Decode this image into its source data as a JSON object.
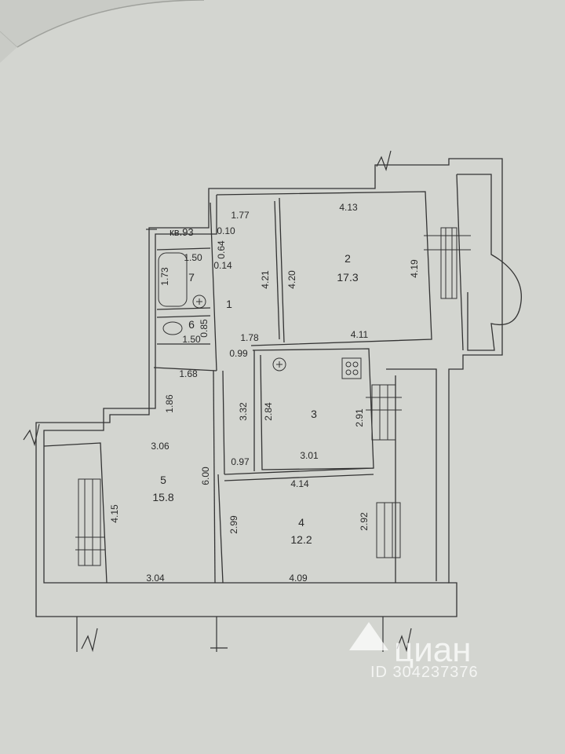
{
  "apartment_label": "кв.93",
  "rooms": [
    {
      "number": "1",
      "area": ""
    },
    {
      "number": "2",
      "area": "17.3"
    },
    {
      "number": "3",
      "area": ""
    },
    {
      "number": "4",
      "area": "12.2"
    },
    {
      "number": "5",
      "area": "15.8"
    },
    {
      "number": "6",
      "area": ""
    },
    {
      "number": "7",
      "area": ""
    }
  ],
  "dimensions": {
    "d_1_77": "1.77",
    "d_0_10": "0.10",
    "d_0_64": "0.64",
    "d_1_50_a": "1.50",
    "d_0_14": "0.14",
    "d_1_73": "1.73",
    "d_0_85": "0.85",
    "d_1_50_b": "1.50",
    "d_4_21": "4.21",
    "d_4_20": "4.20",
    "d_4_13": "4.13",
    "d_4_19": "4.19",
    "d_4_11": "4.11",
    "d_1_78": "1.78",
    "d_0_99": "0.99",
    "d_1_68": "1.68",
    "d_1_86": "1.86",
    "d_3_06": "3.06",
    "d_3_32": "3.32",
    "d_2_84": "2.84",
    "d_2_91": "2.91",
    "d_6_00": "6.00",
    "d_0_97": "0.97",
    "d_3_01": "3.01",
    "d_4_14": "4.14",
    "d_4_15": "4.15",
    "d_2_99": "2.99",
    "d_2_92": "2.92",
    "d_3_04": "3.04",
    "d_4_09": "4.09"
  },
  "watermark": {
    "brand": "циан",
    "id": "ID 304237376"
  }
}
